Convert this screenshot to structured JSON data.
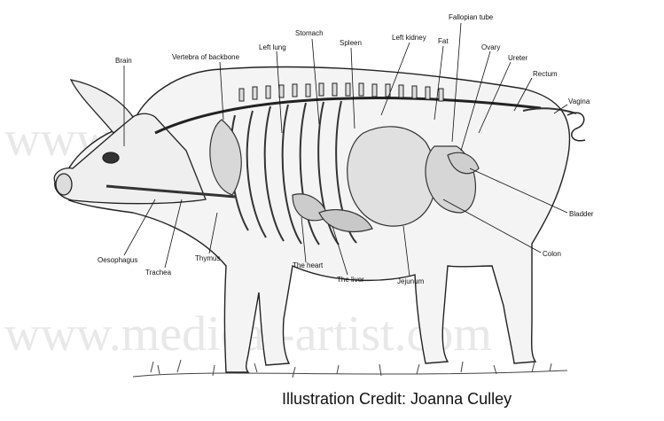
{
  "watermark": "www.medical-artist.com",
  "credit": "Illustration Credit:  Joanna Culley",
  "labels": {
    "brain": "Brain",
    "vertebra": "Vertebra of backbone",
    "left_lung": "Left lung",
    "stomach": "Stomach",
    "spleen": "Spleen",
    "left_kidney": "Left kidney",
    "fat": "Fat",
    "fallopian_tube": "Fallopian tube",
    "ovary": "Ovary",
    "ureter": "Ureter",
    "rectum": "Rectum",
    "vagina": "Vagina",
    "bladder": "Bladder",
    "colon": "Colon",
    "jejunum": "Jejunum",
    "the_liver": "The liver",
    "the_heart": "The heart",
    "thymus": "Thymus",
    "trachea": "Trachea",
    "oesophagus": "Oesophagus"
  }
}
